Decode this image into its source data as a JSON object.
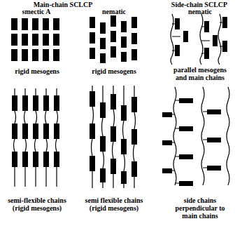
{
  "diagram": {
    "labels": [
      "Main-chain SCLCP",
      "Side-chain SCLCP",
      "smectic A",
      "nematic",
      "nematic",
      "rigid mesogens",
      "rigid mesogens",
      "parallel mesogens and main chains",
      "semi-flexible chains (rigid mesogens)",
      "semi flexible chains (rigid mesogens)",
      "side chains perpendicular to main chains"
    ]
  }
}
